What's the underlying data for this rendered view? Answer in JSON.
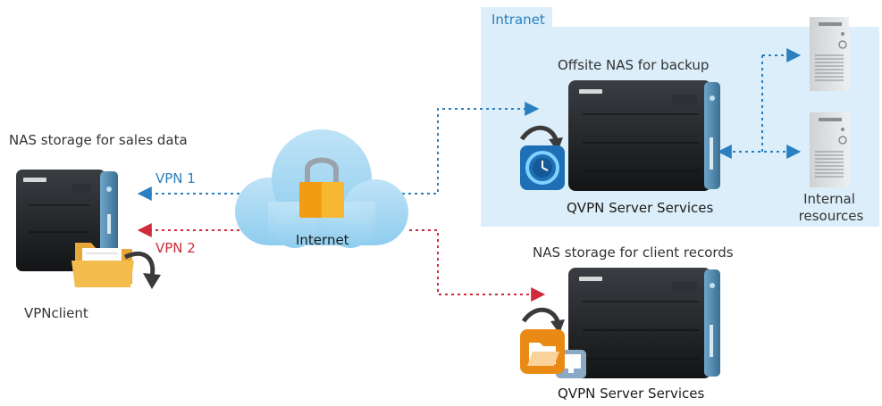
{
  "intranet": {
    "label": "Intranet"
  },
  "left_nas": {
    "caption": "NAS storage for sales data",
    "client_label": "VPNclient"
  },
  "links": {
    "vpn1_label": "VPN 1",
    "vpn2_label": "VPN 2"
  },
  "cloud": {
    "label": "Internet"
  },
  "offsite_nas": {
    "title": "Offsite NAS for backup",
    "service_label": "QVPN Server Services"
  },
  "internal": {
    "label_line1": "Internal",
    "label_line2": "resources"
  },
  "client_records_nas": {
    "title": "NAS storage for client records",
    "service_label": "QVPN Server Services"
  },
  "colors": {
    "vpn1": "#2a7fc0",
    "vpn2": "#cf2b3a",
    "intranet_bg": "#dbeef9",
    "intranet_tab": "#2a7fc0"
  },
  "icons": [
    "lock-icon",
    "folder-icon",
    "backup-clock-icon",
    "server-icon",
    "nas-device-icon",
    "cloud-icon"
  ]
}
